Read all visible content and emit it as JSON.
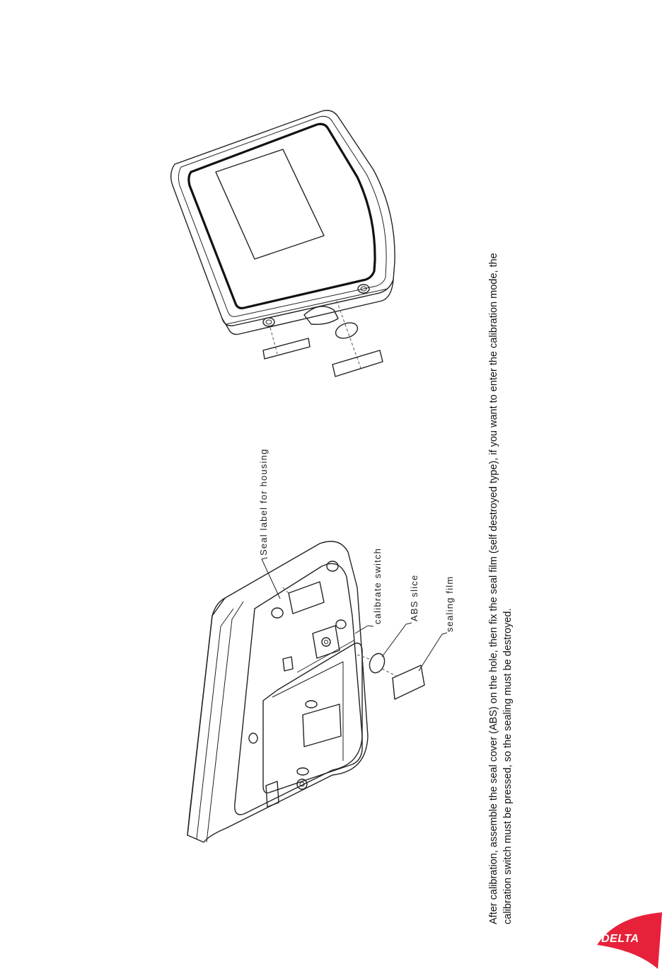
{
  "labels": {
    "seal_label": "Seal label for housing",
    "calibrate_switch": "calibrate switch",
    "abs_slice": "ABS slice",
    "sealing_film": "sealing film"
  },
  "caption": {
    "line1": "After calibration, assemble the seal cover (ABS) on the hole, then fix the seal film (self destroyed type), if you want to enter the calibration mode, the",
    "line2": "calibration switch must be pressed, so the sealing must be destroyed."
  },
  "logo": {
    "text": "DELTA",
    "color": "#e8213a"
  }
}
